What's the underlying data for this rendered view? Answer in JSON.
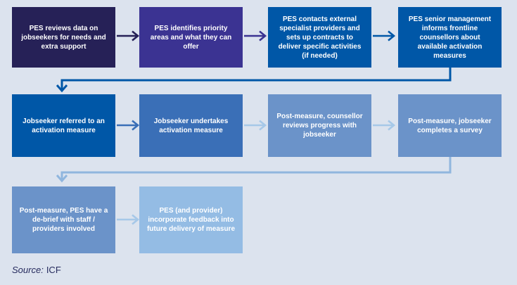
{
  "palette": {
    "canvas_background": "#dce3ee",
    "box_dark_navy": "#262157",
    "box_purple": "#3b3392",
    "box_strong_blue": "#0057a7",
    "box_medium_blue": "#3a6fb7",
    "box_soft_blue": "#6b93c9",
    "box_light_blue": "#94bce4",
    "connector_row1_to_row2": "#0057a7",
    "connector_row2_to_row3": "#90b6de",
    "arrow_pale_blue": "#a6c8e8",
    "box_text": "#ffffff",
    "source_text": "#262b5e"
  },
  "flowchart": {
    "rows": [
      {
        "boxes": [
          {
            "text": "PES reviews data on jobseekers for needs and extra support",
            "color": "dark_navy"
          },
          {
            "text": "PES identifies priority areas and what they can offer",
            "color": "purple"
          },
          {
            "text": "PES contacts external specialist providers and sets up contracts to deliver specific activities (if needed)",
            "color": "strong_blue"
          },
          {
            "text": "PES senior management informs frontline counsellors about available activation measures",
            "color": "strong_blue"
          }
        ]
      },
      {
        "boxes": [
          {
            "text": "Jobseeker referred to an activation measure",
            "color": "strong_blue"
          },
          {
            "text": "Jobseeker undertakes activation measure",
            "color": "medium_blue"
          },
          {
            "text": "Post-measure, counsellor reviews progress with jobseeker",
            "color": "soft_blue"
          },
          {
            "text": "Post-measure, jobseeker completes a survey",
            "color": "soft_blue"
          }
        ]
      },
      {
        "boxes": [
          {
            "text": "Post-measure, PES have a de-brief with staff / providers involved",
            "color": "soft_blue"
          },
          {
            "text": "PES (and provider) incorporate feedback into future delivery of measure",
            "color": "light_blue"
          }
        ]
      }
    ]
  },
  "source": {
    "label": "Source:",
    "value": "ICF"
  }
}
